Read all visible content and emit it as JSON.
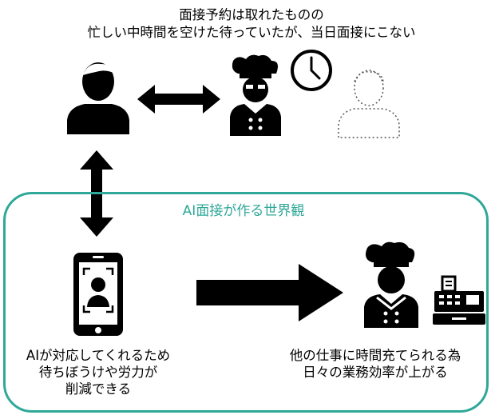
{
  "header": {
    "line1": "面接予約は取れたものの",
    "line2": "忙しい中時間を空けた待っていたが、当日面接にこない"
  },
  "world": {
    "label": "AI面接が作る世界観",
    "frame_color": "#2fa898"
  },
  "left_caption": {
    "lines": [
      "AIが対応してくれるため",
      "待ちぼうけや労力が",
      "削減できる"
    ]
  },
  "right_caption": {
    "lines": [
      "他の仕事に時間充てられる為",
      "日々の業務効率が上がる"
    ]
  },
  "icons": [
    "person-icon",
    "chef-icon",
    "clock-icon",
    "absent-person-icon",
    "smartphone-ai-icon",
    "cash-register-icon"
  ]
}
